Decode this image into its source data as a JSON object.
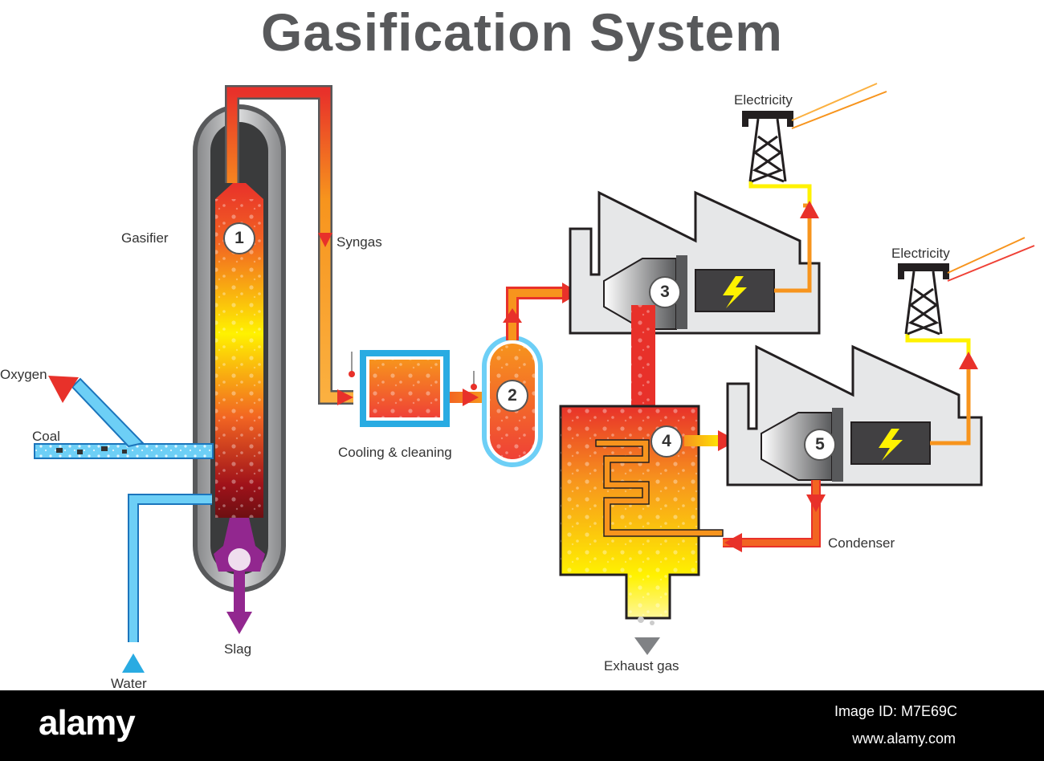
{
  "title": "Gasification System",
  "labels": {
    "gasifier": "Gasifier",
    "syngas": "Syngas",
    "oxygen": "Oxygen",
    "coal": "Coal",
    "water": "Water",
    "slag": "Slag",
    "cooling": "Cooling & cleaning",
    "electricity_1": "Electricity",
    "electricity_2": "Electricity",
    "condenser": "Condenser",
    "exhaust": "Exhaust gas"
  },
  "stage_numbers": [
    "1",
    "2",
    "3",
    "4",
    "5"
  ],
  "footer": {
    "brand": "alamy",
    "image_id": "Image ID: M7E69C",
    "site": "www.alamy.com"
  },
  "colors": {
    "title": "#58595b",
    "hot": "#e8312a",
    "warm": "#f7941d",
    "cool": "#fff200",
    "water": "#29abe2",
    "slag": "#92278f",
    "vessel": "#58595b",
    "footer_bg": "#000000"
  }
}
